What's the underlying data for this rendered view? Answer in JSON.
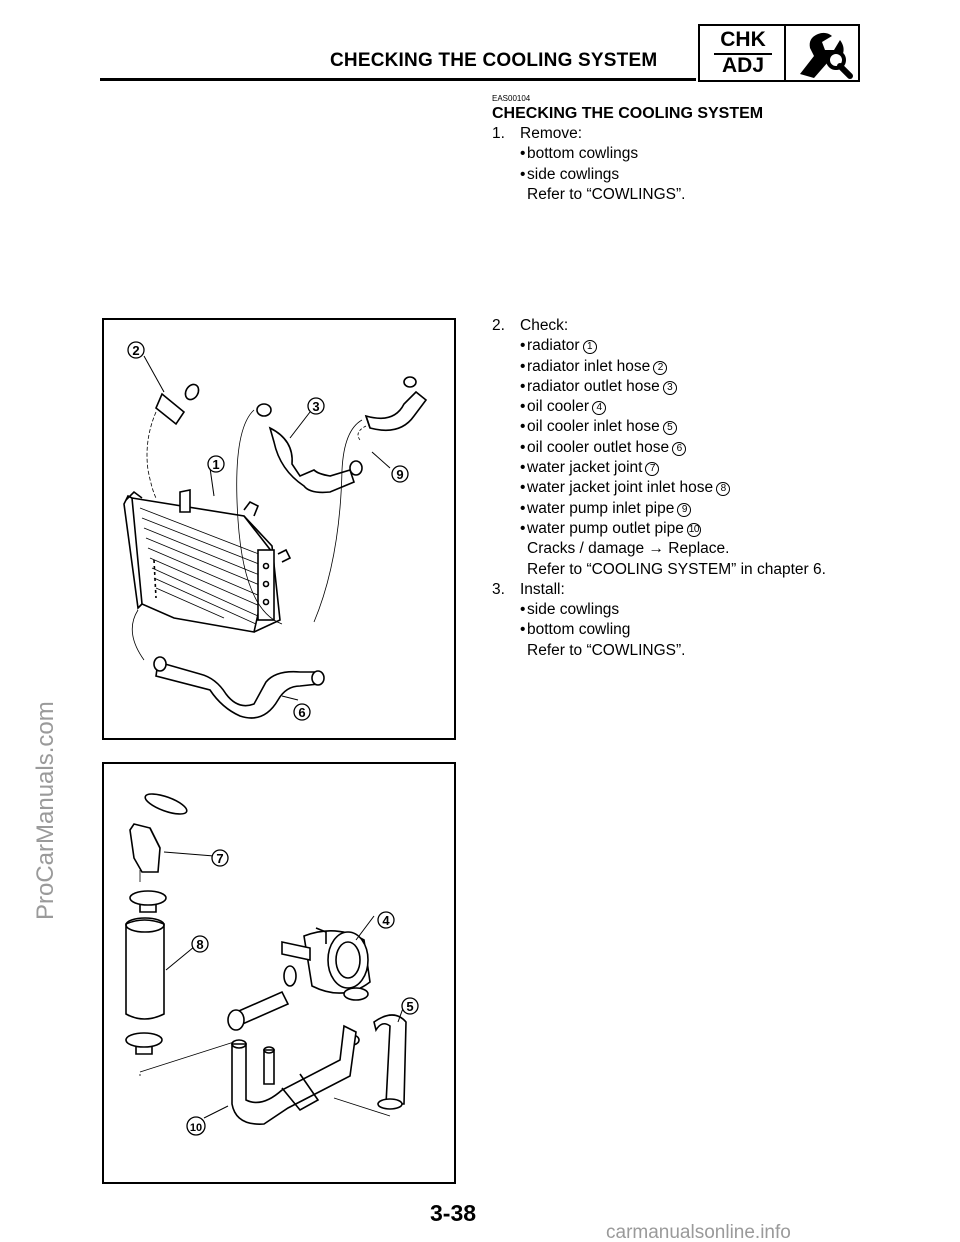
{
  "header": {
    "title": "CHECKING THE COOLING SYSTEM",
    "badge_top": "CHK",
    "badge_bottom": "ADJ",
    "badge_icon": "wrench-magnifier-icon"
  },
  "watermark_side": "ProCarManuals.com",
  "section": {
    "code": "EAS00104",
    "title": "CHECKING THE COOLING SYSTEM",
    "step1": {
      "num": "1.",
      "label": "Remove:",
      "items": [
        "bottom cowlings",
        "side cowlings"
      ],
      "note": "Refer to “COWLINGS”."
    },
    "step2": {
      "num": "2.",
      "label": "Check:",
      "items": [
        {
          "text": "radiator",
          "ref": "1"
        },
        {
          "text": "radiator inlet hose",
          "ref": "2"
        },
        {
          "text": "radiator outlet hose",
          "ref": "3"
        },
        {
          "text": "oil cooler",
          "ref": "4"
        },
        {
          "text": "oil cooler inlet hose",
          "ref": "5"
        },
        {
          "text": "oil cooler outlet hose",
          "ref": "6"
        },
        {
          "text": "water jacket joint",
          "ref": "7"
        },
        {
          "text": "water jacket joint inlet hose",
          "ref": "8"
        },
        {
          "text": "water pump inlet pipe",
          "ref": "9"
        },
        {
          "text": "water pump outlet pipe",
          "ref": "10"
        }
      ],
      "note1": "Cracks / damage → Replace.",
      "note2": "Refer to “COOLING SYSTEM” in chapter 6."
    },
    "step3": {
      "num": "3.",
      "label": "Install:",
      "items": [
        "side cowlings",
        "bottom cowling"
      ],
      "note": "Refer to “COWLINGS”."
    }
  },
  "figure1": {
    "callouts": [
      "2",
      "3",
      "1",
      "9",
      "6"
    ]
  },
  "figure2": {
    "callouts": [
      "7",
      "8",
      "4",
      "5",
      "10"
    ]
  },
  "page_number": "3-38",
  "footer_watermark": "carmanualsonline.info"
}
